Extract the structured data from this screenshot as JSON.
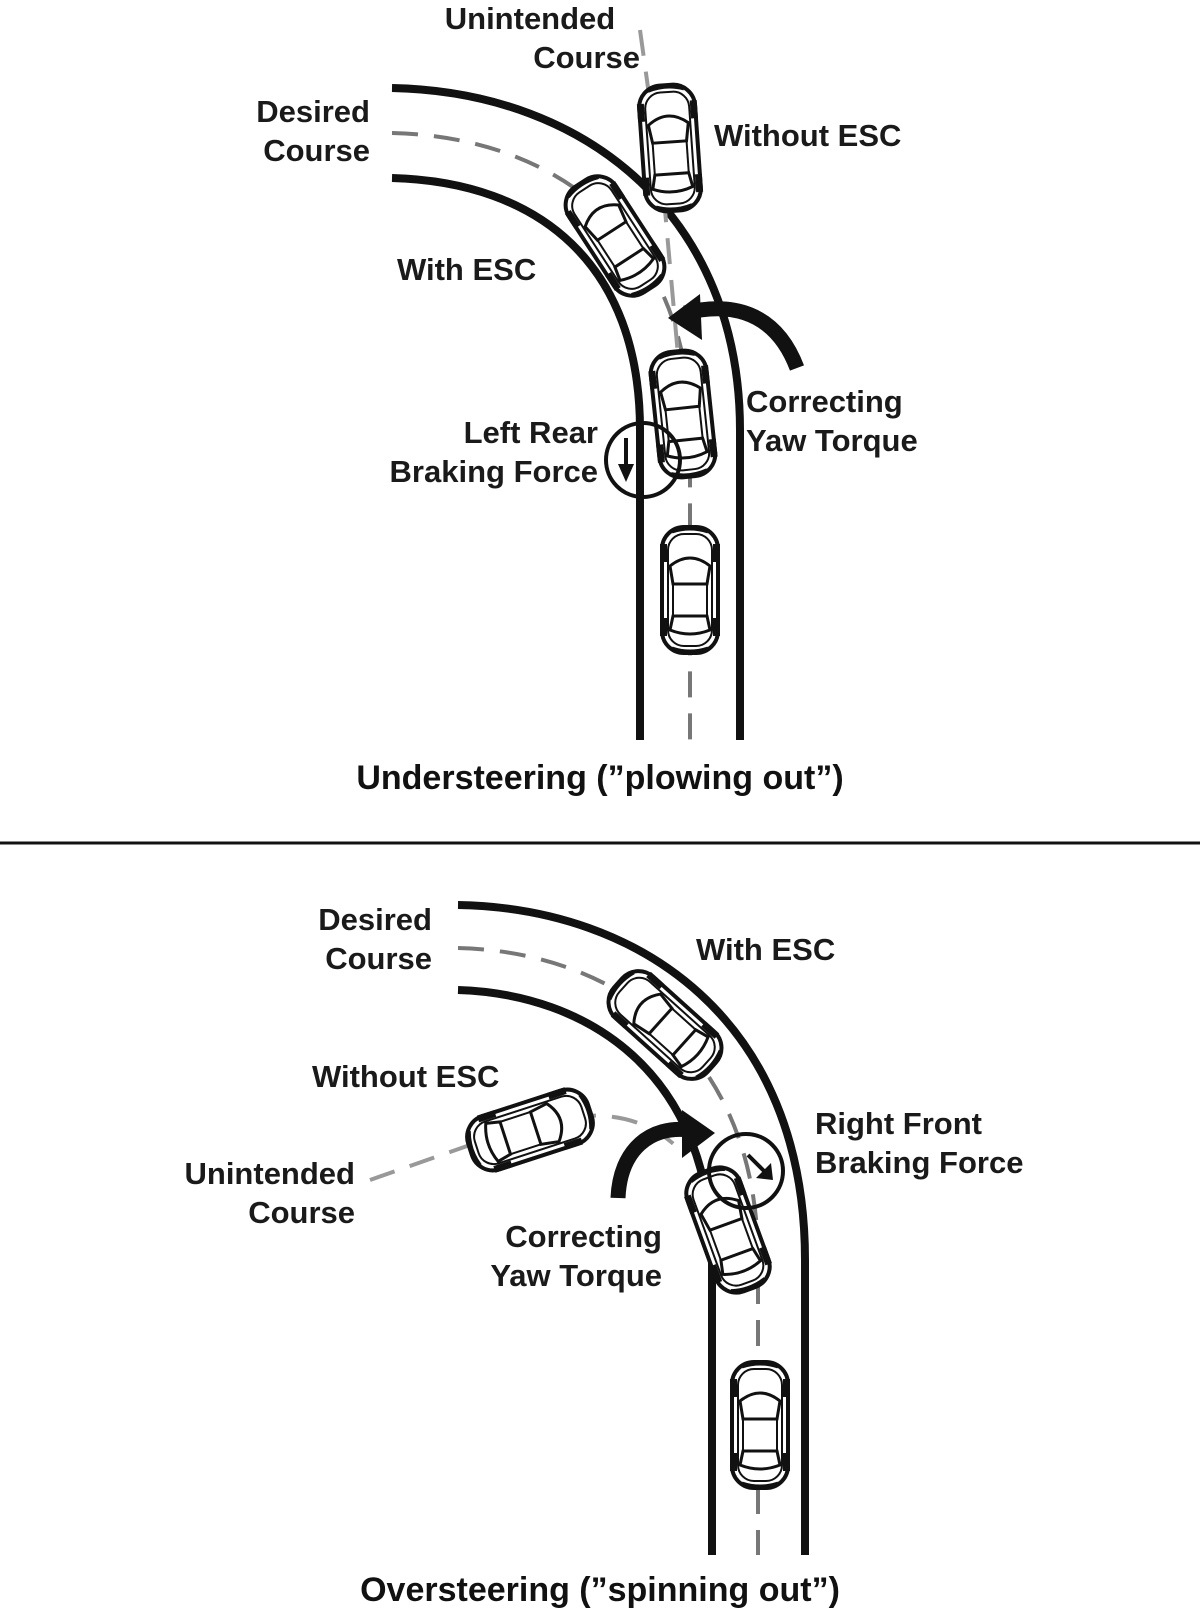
{
  "panels": {
    "understeer": {
      "title": "Understeering (”plowing out”)",
      "labels": {
        "unintended_course": [
          "Unintended",
          "Course"
        ],
        "desired_course": [
          "Desired",
          "Course"
        ],
        "without_esc": "Without ESC",
        "with_esc": "With ESC",
        "correcting_yaw": [
          "Correcting",
          "Yaw Torque"
        ],
        "braking_force": [
          "Left Rear",
          "Braking Force"
        ]
      }
    },
    "oversteer": {
      "title": "Oversteering (”spinning out”)",
      "labels": {
        "desired_course": [
          "Desired",
          "Course"
        ],
        "with_esc": "With ESC",
        "without_esc": "Without ESC",
        "unintended_course": [
          "Unintended",
          "Course"
        ],
        "correcting_yaw": [
          "Correcting",
          "Yaw Torque"
        ],
        "braking_force": [
          "Right Front",
          "Braking Force"
        ]
      }
    }
  },
  "colors": {
    "ink": "#111111",
    "course_line": "#8a8a8a",
    "background": "#ffffff"
  },
  "icons": [
    "car-icon",
    "arrow-icon",
    "braking-circle-icon"
  ]
}
